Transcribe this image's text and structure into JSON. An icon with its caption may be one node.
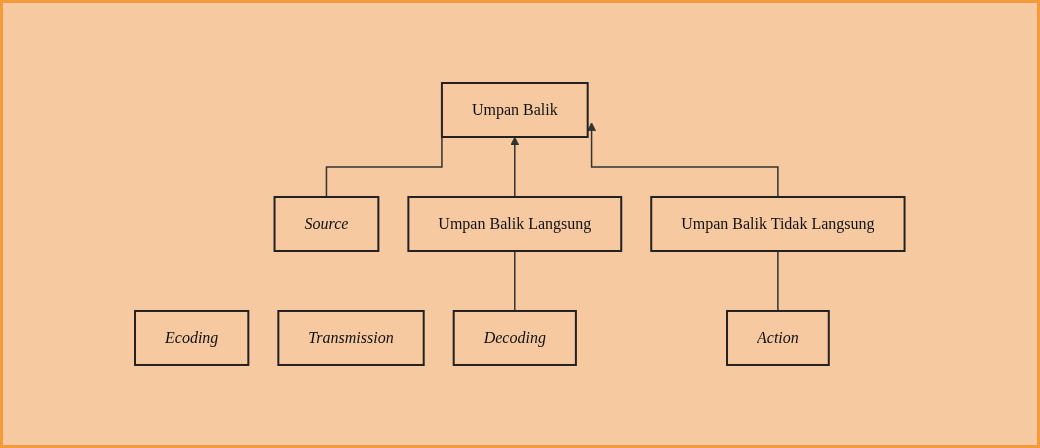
{
  "diagram": {
    "nodes": [
      {
        "text": [
          "Umpan Balik"
        ]
      },
      {
        "text": [
          "Umpan Balik Langsung"
        ]
      },
      {
        "text": [
          "Umpan Balik Tidak Langsung"
        ]
      },
      {
        "text": [
          "Source"
        ]
      },
      {
        "text": [
          "Ecoding"
        ]
      },
      {
        "text": [
          "Transmission"
        ]
      },
      {
        "text": [
          "Decoding"
        ]
      },
      {
        "text": [
          "Action"
        ]
      }
    ],
    "edges": [
      {
        "from": 0,
        "to": 3,
        "arrow": "none"
      },
      {
        "from": 6,
        "to": 1,
        "arrow": "none"
      },
      {
        "from": 1,
        "to": 0,
        "arrow": "to"
      },
      {
        "from": 7,
        "to": 2,
        "arrow": "none"
      },
      {
        "from": 2,
        "to": 0,
        "arrow": "to"
      }
    ]
  }
}
